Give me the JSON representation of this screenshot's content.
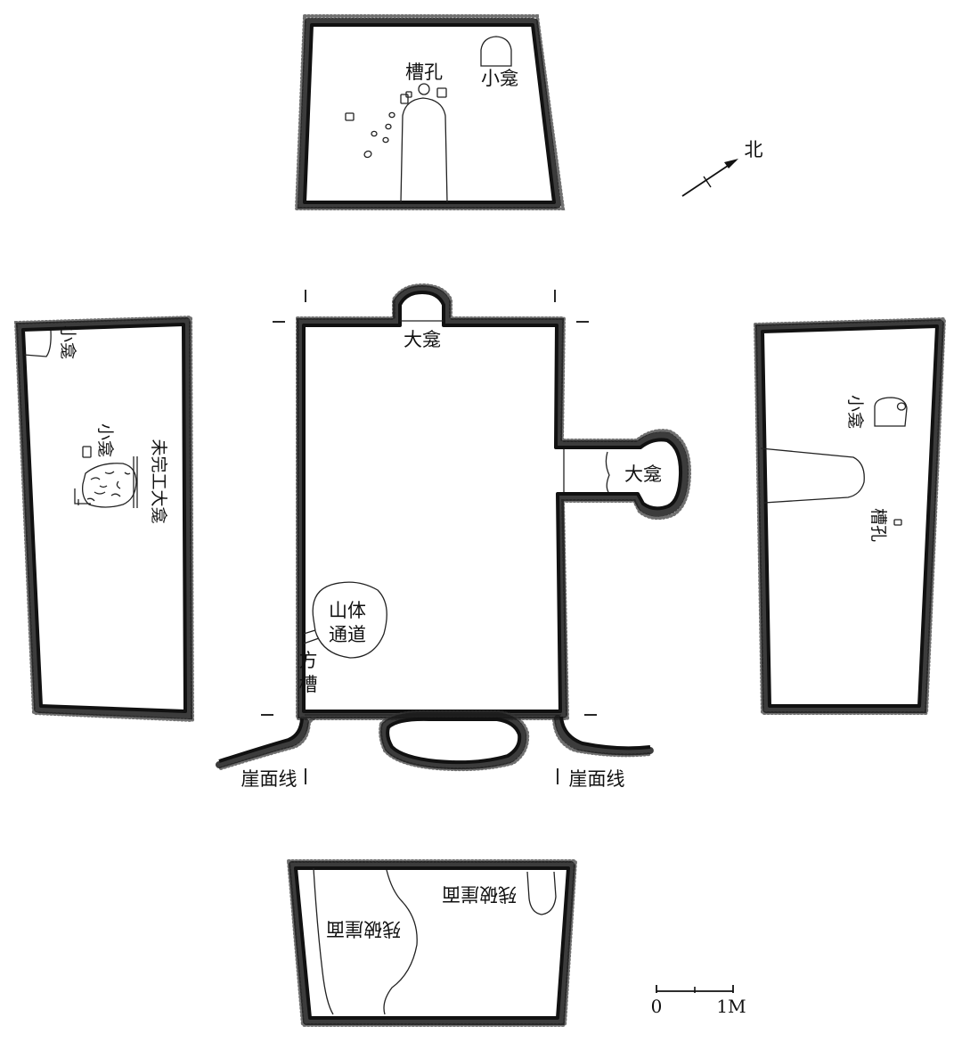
{
  "north_label": "北",
  "scale_bar": {
    "start_label": "0",
    "end_label": "1M"
  },
  "labels": {
    "top_wall": {
      "slot": "槽孔",
      "small_niche": "小龛"
    },
    "left_wall": {
      "small_niche_corner": "小龛",
      "small_niche": "小龛",
      "unfinished_niche": "未完工大龛"
    },
    "plan": {
      "big_niche_north": "大龛",
      "big_niche_east": "大龛",
      "mountain_passage_line1": "山体",
      "mountain_passage_line2": "通道",
      "square_slot_line1": "方",
      "square_slot_line2": "槽",
      "cliff_line_left": "崖面线",
      "cliff_line_right": "崖面线"
    },
    "right_wall": {
      "small_niche": "小龛",
      "slot": "槽孔"
    },
    "bottom_wall": {
      "damaged_cliff_left": "残破崖面",
      "damaged_cliff_right": "残破崖面"
    }
  }
}
